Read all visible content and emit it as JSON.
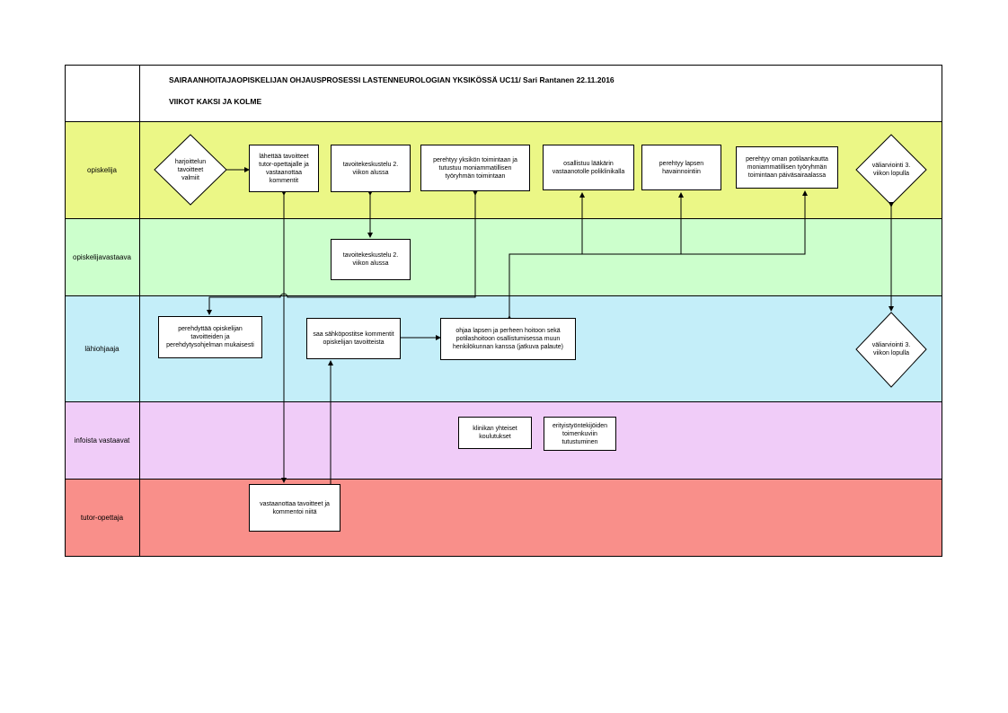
{
  "header": {
    "title": "SAIRAANHOITAJAOPISKELIJAN OHJAUSPROSESSI LASTENNEUROLOGIAN YKSIKÖSSÄ UC11/ Sari Rantanen 22.11.2016",
    "subtitle": "VIIKOT KAKSI JA KOLME"
  },
  "lanes": [
    {
      "label": "opiskelija",
      "color": "#ebf786"
    },
    {
      "label": "opiskelijavastaava",
      "color": "#ccffcc"
    },
    {
      "label": "lähiohjaaja",
      "color": "#c4eef9"
    },
    {
      "label": "infoista vastaavat",
      "color": "#f0ccf8"
    },
    {
      "label": "tutor-opettaja",
      "color": "#f98f8a"
    }
  ],
  "shapes": {
    "d_harjoittelu": "harjoittelun tavoitteet valmiit",
    "b_lahettaa": "lähettää tavoitteet tutor-opettajalle ja vastaanottaa kommentit",
    "b_tavoitekeskustelu1": "tavoitekeskustelu 2. viikon alussa",
    "b_perehtyy_yksikon": "perehtyy yksikön toimintaan ja tutustuu moniammatillisen työryhmän toimintaan",
    "b_osallistuu": "osallistuu lääkärin vastaanotolle poliklinikalla",
    "b_havainnointi": "perehtyy lapsen havainnointiin",
    "b_potilaankautta": "perehtyy oman potilaankautta moniammatillisen työryhmän toimintaan päiväsairaalassa",
    "d_valiarviointi1": "väliarviointi 3. viikon lopulla",
    "b_tavoitekeskustelu2": "tavoitekeskustelu 2. viikon alussa",
    "b_perehdyttaa": "perehdyttää opiskelijan tavoitteiden ja perehdytysohjelman mukaisesti",
    "b_saa": "saa sähköpostitse kommentit opiskelijan tavoitteista",
    "b_ohjaa": "ohjaa lapsen ja perheen hoitoon sekä potilashoitoon osallistumisessa muun henkilökunnan kanssa (jatkuva palaute)",
    "d_valiarviointi2": "väliarviointi 3. viikon lopulla",
    "b_klinikan": "klinikan yhteiset koulutukset",
    "b_erityis": "erityistyöntekijöiden toimenkuviin tutustuminen",
    "b_vastaanottaa": "vastaanottaa tavoitteet ja kommentoi niitä"
  }
}
